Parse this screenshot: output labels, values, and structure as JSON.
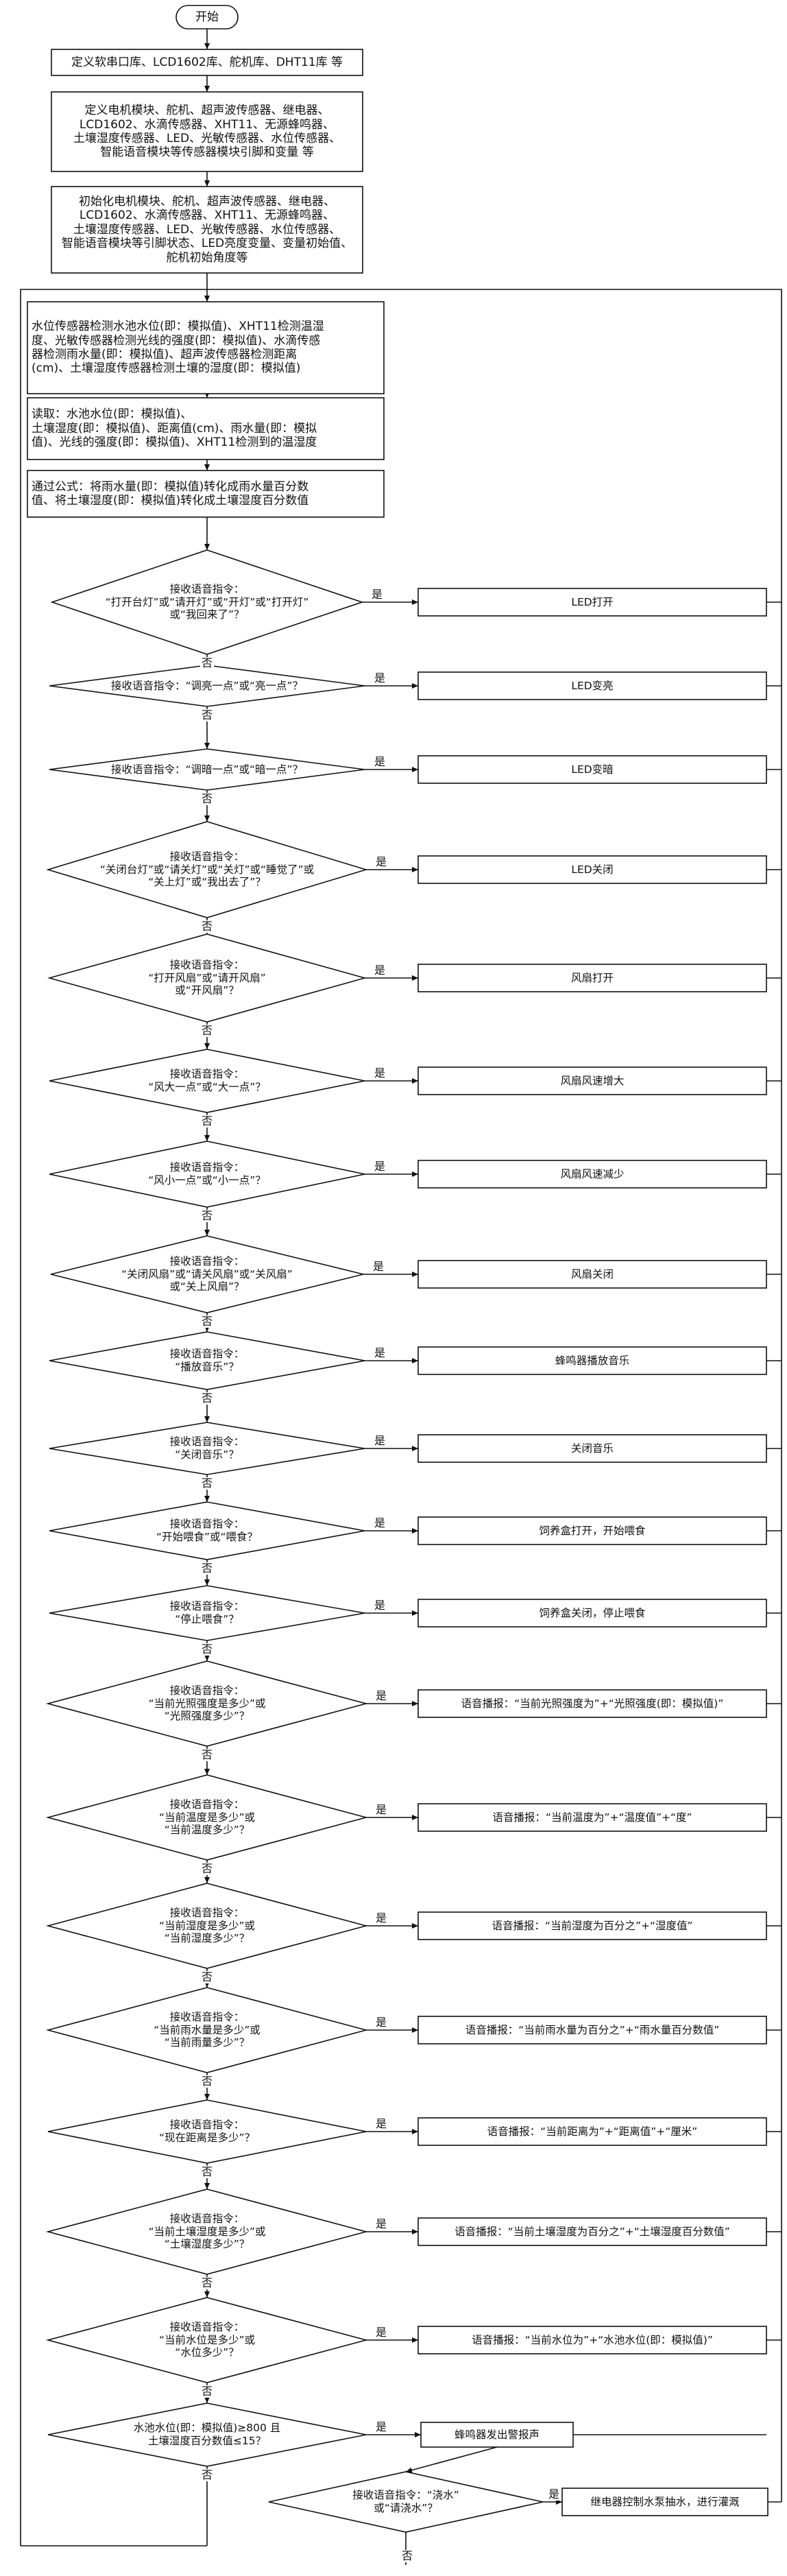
{
  "flowchart": {
    "start": "开始",
    "yes": "是",
    "no": "否",
    "init_steps": [
      "定义软串口库、LCD1602库、舵机库、DHT11库 等",
      "定义电机模块、舵机、超声波传感器、继电器、\nLCD1602、水滴传感器、XHT11、无源蜂鸣器、\n土壤湿度传感器、LED、光敏传感器、水位传感器、\n智能语音模块等传感器模块引脚和变量 等",
      "初始化电机模块、舵机、超声波传感器、继电器、\nLCD1602、水滴传感器、XHT11、无源蜂鸣器、\n土壤湿度传感器、LED、光敏传感器、水位传感器、\n智能语音模块等引脚状态、LED亮度变量、变量初始值、\n舵机初始角度等"
    ],
    "loop_steps": [
      "水位传感器检测水池水位(即：模拟值)、XHT11检测温湿\n度、光敏传感器检测光线的强度(即：模拟值)、水滴传感\n器检测雨水量(即：模拟值)、超声波传感器检测距离\n(cm)、土壤湿度传感器检测土壤的湿度(即：模拟值)",
      "读取：水池水位(即：模拟值)、\n土壤湿度(即：模拟值)、距离值(cm)、雨水量(即：模拟\n值)、光线的强度(即：模拟值)、XHT11检测到的温湿度",
      "通过公式：将雨水量(即：模拟值)转化成雨水量百分数\n值、将土壤湿度(即：模拟值)转化成土壤湿度百分数值"
    ],
    "decisions": [
      {
        "condition": "接收语音指令：\n“打开台灯”或“请开灯”或“开灯”或“打开灯”\n或“我回来了”？",
        "action": "LED打开"
      },
      {
        "condition": "接收语音指令：“调亮一点”或“亮一点”？",
        "action": "LED变亮"
      },
      {
        "condition": "接收语音指令：“调暗一点”或“暗一点”？",
        "action": "LED变暗"
      },
      {
        "condition": "接收语音指令：\n“关闭台灯”或“请关灯”或“关灯”或“睡觉了”或\n“关上灯”或“我出去了”？",
        "action": "LED关闭"
      },
      {
        "condition": "接收语音指令：\n“打开风扇”或“请开风扇”\n或“开风扇”？",
        "action": "风扇打开"
      },
      {
        "condition": "接收语音指令：\n“风大一点”或“大一点”？",
        "action": "风扇风速增大"
      },
      {
        "condition": "接收语音指令：\n“风小一点”或“小一点”？",
        "action": "风扇风速减少"
      },
      {
        "condition": "接收语音指令：\n“关闭风扇”或“请关风扇”或“关风扇”\n或“关上风扇”？",
        "action": "风扇关闭"
      },
      {
        "condition": "接收语音指令：\n“播放音乐”？",
        "action": "蜂鸣器播放音乐"
      },
      {
        "condition": "接收语音指令：\n“关闭音乐”？",
        "action": "关闭音乐"
      },
      {
        "condition": "接收语音指令：\n“开始喂食”或“喂食？",
        "action": "饲养盒打开，开始喂食"
      },
      {
        "condition": "接收语音指令：\n“停止喂食”？",
        "action": "饲养盒关闭，停止喂食"
      },
      {
        "condition": "接收语音指令：\n“当前光照强度是多少”或\n“光照强度多少”？",
        "action": "语音播报：“当前光照强度为”+“光照强度(即：模拟值)”"
      },
      {
        "condition": "接收语音指令：\n“当前温度是多少”或\n“当前温度多少”？",
        "action": "语音播报：“当前温度为”+“温度值”+“度”"
      },
      {
        "condition": "接收语音指令：\n“当前湿度是多少”或\n“当前湿度多少”？",
        "action": "语音播报：“当前湿度为百分之”+“湿度值”"
      },
      {
        "condition": "接收语音指令：\n“当前雨水量是多少”或\n“当前雨量多少”？",
        "action": "语音播报：“当前雨水量为百分之”+“雨水量百分数值”"
      },
      {
        "condition": "接收语音指令：\n“现在距离是多少”？",
        "action": "语音播报：“当前距离为”+“距离值”+“厘米”"
      },
      {
        "condition": "接收语音指令：\n“当前土壤湿度是多少”或\n“土壤湿度多少”？",
        "action": "语音播报：“当前土壤湿度为百分之”+“土壤湿度百分数值”"
      },
      {
        "condition": "接收语音指令：\n“当前水位是多少”或\n“水位多少”？",
        "action": "语音播报：“当前水位为”+“水池水位(即：模拟值)”"
      },
      {
        "condition": "水池水位(即：模拟值)≥800 且\n土壤湿度百分数值≤15？",
        "action": "蜂鸣器发出警报声"
      }
    ],
    "final_decision": {
      "condition": "接收语音指令：“浇水”\n或“请浇水”？",
      "action": "继电器控制水泵抽水，进行灌溉"
    }
  }
}
